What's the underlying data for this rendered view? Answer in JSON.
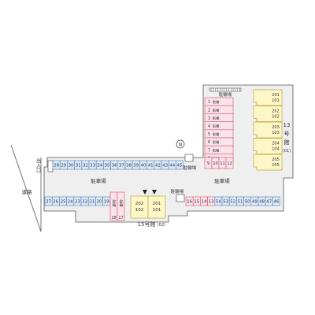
{
  "road": {
    "label": "道路"
  },
  "entrance": {
    "label": "出入口"
  },
  "north": {
    "label": "N"
  },
  "lot_label_left": "駐車場",
  "lot_label_right": "駐車場",
  "bike_label_top": "駐輪場",
  "bike_label_mid": "駐輪場",
  "bike_label_bottom": "駐輪場",
  "rows": {
    "top_row": [
      "28",
      "29",
      "30",
      "31",
      "32",
      "33",
      "34",
      "35",
      "36",
      "37",
      "38",
      "39",
      "40",
      "41",
      "42",
      "43",
      "44",
      "45"
    ],
    "bottom_left": [
      "27",
      "26",
      "25",
      "24",
      "23",
      "22",
      "21",
      "20",
      "19"
    ],
    "bottom_right": [
      "16",
      "15",
      "14",
      "13",
      "54",
      "53",
      "52",
      "51",
      "50",
      "49",
      "48",
      "47",
      "46"
    ],
    "moto": [
      "18",
      "17"
    ],
    "moto_label": "駐輪",
    "side_column": [
      "1",
      "2",
      "3",
      "4",
      "5",
      "6",
      "7",
      "8"
    ],
    "side_column_suffix": "駐輪",
    "bottom_of_column": [
      "9",
      "10",
      "11",
      "12"
    ]
  },
  "building_13": {
    "name_chars": [
      "13",
      "号",
      "館"
    ],
    "sub": "(01)",
    "units": [
      {
        "upper": "201",
        "lower": "101"
      },
      {
        "upper": "202",
        "lower": "102"
      },
      {
        "upper": "203",
        "lower": "103"
      },
      {
        "upper": "204",
        "lower": "104"
      },
      {
        "upper": "205",
        "lower": "105"
      }
    ]
  },
  "building_15": {
    "label": "15号館",
    "sub": "(02)",
    "units": [
      {
        "upper": "202",
        "lower": "102"
      },
      {
        "upper": "201",
        "lower": "101"
      }
    ]
  },
  "colors": {
    "blue_fill": "#dbe9f7",
    "blue_stroke": "#4a7fc1",
    "pink_fill": "#fbe3ea",
    "pink_stroke": "#d8506f",
    "building_fill": "#fdf6c6",
    "building_stroke": "#b9a640",
    "outline": "#555555",
    "lot_fill": "#f2f2f2"
  }
}
